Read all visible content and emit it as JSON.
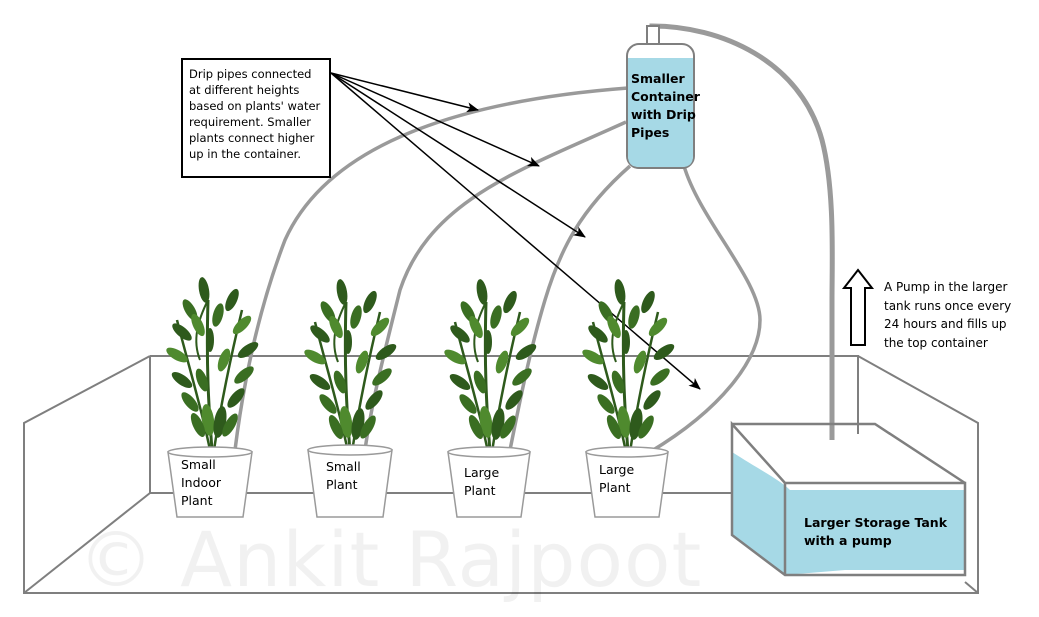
{
  "note": {
    "lines": [
      "Drip pipes connected",
      "at different heights",
      "based on plants' water",
      "requirement. Smaller",
      "plants connect higher",
      "up in the container."
    ]
  },
  "top_container": {
    "lines": [
      "Smaller",
      "Container",
      "with Drip",
      "Pipes"
    ]
  },
  "pump_note": {
    "lines": [
      "A Pump in the larger",
      "tank runs once every",
      "24 hours and fills up",
      "the top container"
    ]
  },
  "tank": {
    "lines": [
      "Larger Storage Tank",
      "with a pump"
    ]
  },
  "plants": [
    {
      "lines": [
        "Small",
        "Indoor",
        "Plant"
      ]
    },
    {
      "lines": [
        "Small",
        "Plant"
      ]
    },
    {
      "lines": [
        "Large",
        "Plant"
      ]
    },
    {
      "lines": [
        "Large",
        "Plant"
      ]
    }
  ],
  "watermark": "© Ankit Rajpoot",
  "colors": {
    "water": "#a6d9e6",
    "pipe": "#7f7f7f",
    "tray": "#7f7f7f",
    "leaf_dark": "#2e5a1c",
    "leaf_light": "#4f8a2e",
    "arrow": "#000000"
  }
}
